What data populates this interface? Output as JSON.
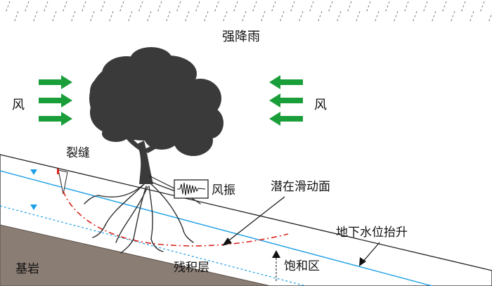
{
  "labels": {
    "heavy_rain": "强降雨",
    "wind_left": "风",
    "wind_right": "风",
    "crack": "裂缝",
    "wind_vibration": "风振",
    "potential_slip_surface": "潜在滑动面",
    "groundwater_rise": "地下水位抬升",
    "saturated_zone": "饱和区",
    "bedrock": "基岩",
    "residual_layer": "残积层"
  },
  "colors": {
    "wind_arrow": "#1a9e3a",
    "groundwater_line": "#1ea0e6",
    "slip_surface": "#d8261f",
    "crack_mark": "#d8261f",
    "bedrock_fill": "#8a7d74",
    "tree": "#3a3a3a",
    "rain_dash": "#7a7a7a",
    "water_marker": "#1ea0e6"
  },
  "icons": {
    "wind_arrows": "right-arrow",
    "wind_arrows_right": "left-arrow",
    "water_level": "inverted-triangle",
    "vibration_box": "waveform-icon"
  }
}
